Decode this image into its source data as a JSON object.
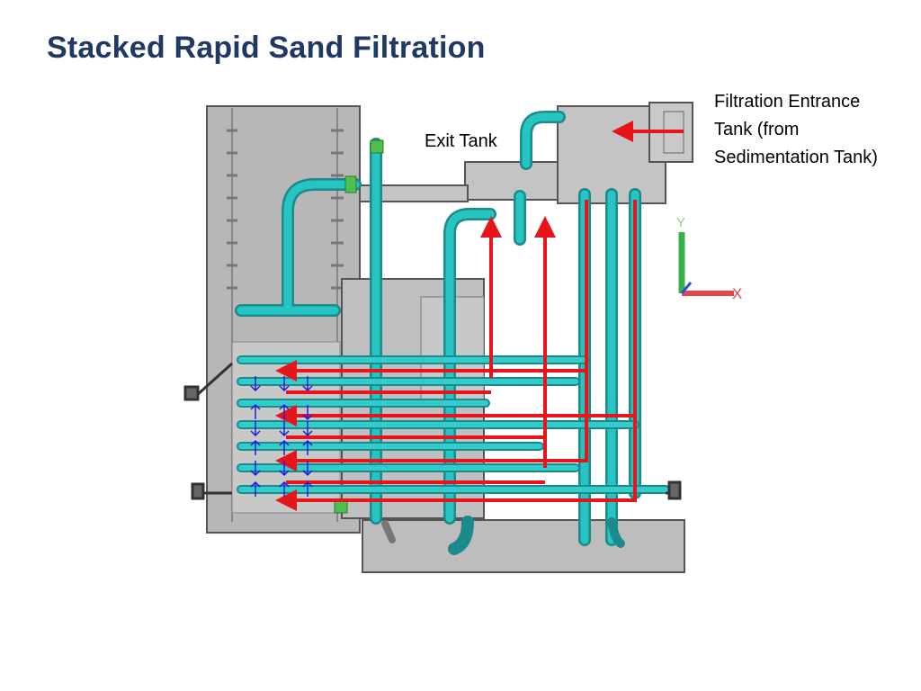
{
  "slide": {
    "title": "Stacked Rapid Sand Filtration"
  },
  "labels": {
    "exit_tank": "Exit Tank",
    "entrance_tank": [
      "Filtration Entrance",
      "Tank (from",
      "Sedimentation Tank)"
    ]
  },
  "axis_triad": {
    "y_label": "Y",
    "x_label": "X"
  },
  "colors": {
    "title": "#1f3864",
    "flow_arrow": "#e8141b",
    "pipe": "#23b8b8",
    "tank_gray": "#b8b8b8",
    "small_arrow": "#1c1ce0",
    "axis_y": "#35b24a",
    "axis_x": "#e0464a",
    "axis_z": "#3050d8"
  },
  "small_arrows": {
    "columns": [
      [
        "down",
        "up",
        "down",
        "up",
        "down",
        "up"
      ],
      [
        "down",
        "up",
        "down",
        "up",
        "down",
        "up"
      ],
      [
        "down",
        "down",
        "down",
        "up",
        "down",
        "up"
      ]
    ]
  }
}
